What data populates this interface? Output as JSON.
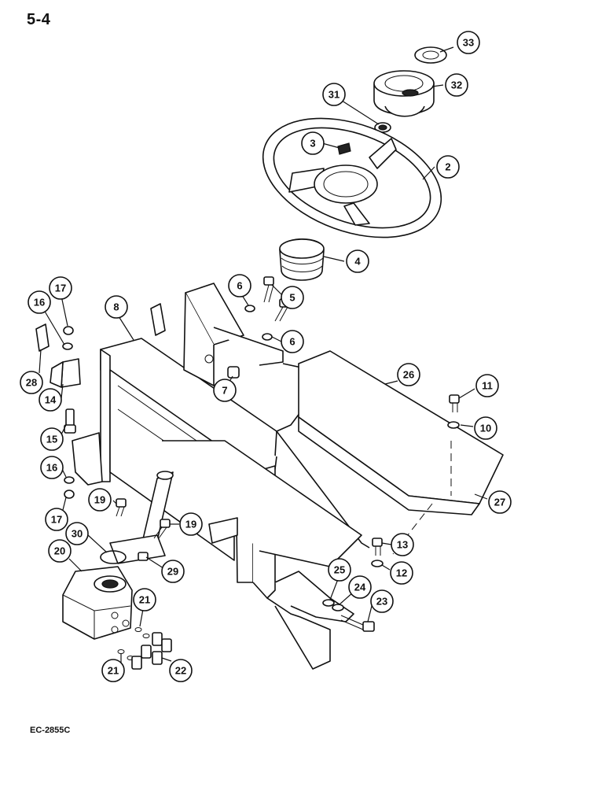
{
  "page_number": "5-4",
  "document_code": "EC-2855C",
  "callouts": [
    {
      "id": "c33",
      "label": "33"
    },
    {
      "id": "c32",
      "label": "32"
    },
    {
      "id": "c31",
      "label": "31"
    },
    {
      "id": "c3",
      "label": "3"
    },
    {
      "id": "c2",
      "label": "2"
    },
    {
      "id": "c4",
      "label": "4"
    },
    {
      "id": "c6a",
      "label": "6"
    },
    {
      "id": "c5",
      "label": "5"
    },
    {
      "id": "c6b",
      "label": "6"
    },
    {
      "id": "c17a",
      "label": "17"
    },
    {
      "id": "c16a",
      "label": "16"
    },
    {
      "id": "c8",
      "label": "8"
    },
    {
      "id": "c28",
      "label": "28"
    },
    {
      "id": "c14",
      "label": "14"
    },
    {
      "id": "c7",
      "label": "7"
    },
    {
      "id": "c26",
      "label": "26"
    },
    {
      "id": "c11",
      "label": "11"
    },
    {
      "id": "c10",
      "label": "10"
    },
    {
      "id": "c15",
      "label": "15"
    },
    {
      "id": "c16b",
      "label": "16"
    },
    {
      "id": "c17b",
      "label": "17"
    },
    {
      "id": "c27",
      "label": "27"
    },
    {
      "id": "c19a",
      "label": "19"
    },
    {
      "id": "c19b",
      "label": "19"
    },
    {
      "id": "c30",
      "label": "30"
    },
    {
      "id": "c13",
      "label": "13"
    },
    {
      "id": "c20",
      "label": "20"
    },
    {
      "id": "c29",
      "label": "29"
    },
    {
      "id": "c12",
      "label": "12"
    },
    {
      "id": "c25",
      "label": "25"
    },
    {
      "id": "c24",
      "label": "24"
    },
    {
      "id": "c21a",
      "label": "21"
    },
    {
      "id": "c23",
      "label": "23"
    },
    {
      "id": "c21b",
      "label": "21"
    },
    {
      "id": "c22",
      "label": "22"
    }
  ]
}
